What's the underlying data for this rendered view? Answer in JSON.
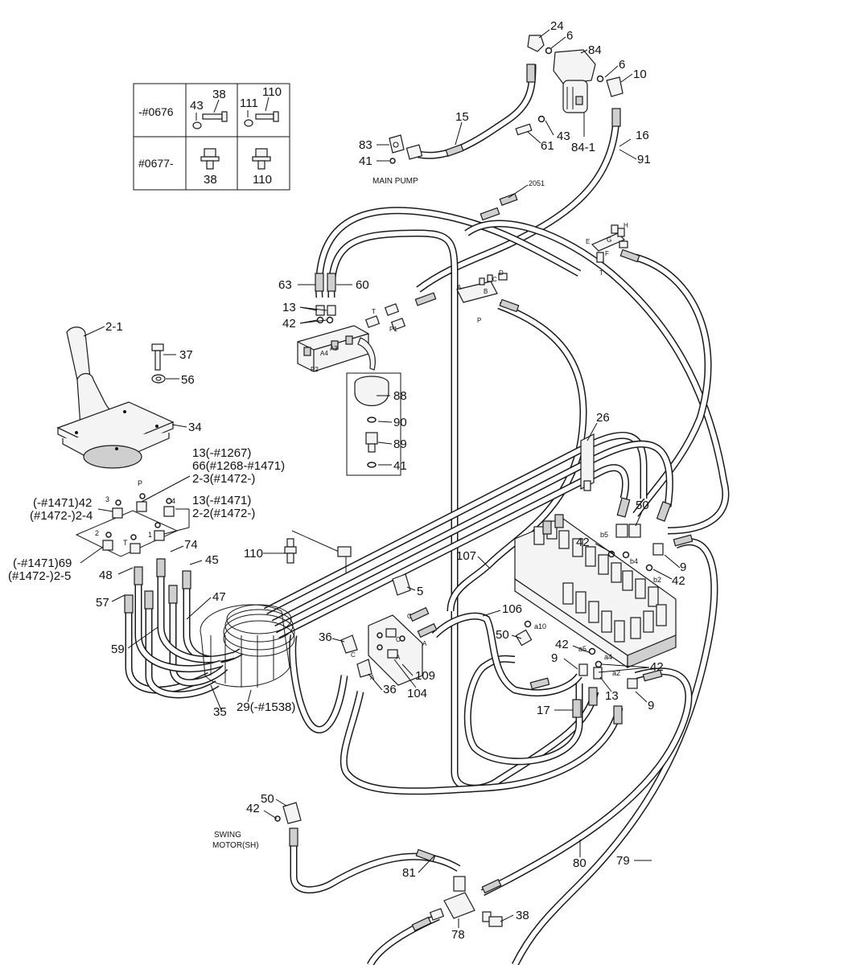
{
  "table": {
    "row1_serial": "-#0676",
    "row2_serial": "#0677-",
    "r1c2_a": "38",
    "r1c2_b": "43",
    "r1c3_a": "110",
    "r1c3_b": "111",
    "r2c2": "38",
    "r2c3": "110"
  },
  "notes": {
    "main_pump": "MAIN PUMP",
    "swing_motor_1": "SWING",
    "swing_motor_2": "MOTOR(SH)"
  },
  "labels": {
    "l24": "24",
    "l6a": "6",
    "l84": "84",
    "l6b": "6",
    "l10": "10",
    "l15": "15",
    "l43": "43",
    "l61": "61",
    "l84_1": "84-1",
    "l16": "16",
    "l91": "91",
    "l83": "83",
    "l41a": "41",
    "l2051": "2051",
    "l63": "63",
    "l60": "60",
    "l13a": "13",
    "l42a": "42",
    "l2_1": "2-1",
    "l37": "37",
    "l56": "56",
    "l34": "34",
    "l88": "88",
    "l90": "90",
    "l89": "89",
    "l41b": "41",
    "l26": "26",
    "opt1": "13(-#1267)",
    "opt2": "66(#1268-#1471)",
    "opt3": "2-3(#1472-)",
    "opt4": "13(-#1471)",
    "opt5": "2-2(#1472-)",
    "opt6": "(-#1471)42",
    "opt7": "(#1472-)2-4",
    "opt8": "(-#1471)69",
    "opt9": "(#1472-)2-5",
    "l50a": "50",
    "l42b": "42",
    "l9a": "9",
    "l42c": "42",
    "l110": "110",
    "l74": "74",
    "l45": "45",
    "l48": "48",
    "l57": "57",
    "l47": "47",
    "l107": "107",
    "l5": "5",
    "l106": "106",
    "l59": "59",
    "l36a": "36",
    "l36b": "36",
    "l109": "109",
    "l104": "104",
    "l50b": "50",
    "l42d": "42",
    "l9b": "9",
    "l42e": "42",
    "l17": "17",
    "l13b": "13",
    "l9c": "9",
    "l35": "35",
    "l29": "29(-#1538)",
    "l50c": "50",
    "l42f": "42",
    "l81": "81",
    "l80": "80",
    "l79": "79",
    "l38": "38",
    "l78": "78"
  },
  "port_marks": {
    "P": "P",
    "T": "T",
    "n1": "1",
    "n2": "2",
    "n3": "3",
    "n4": "4",
    "A": "A",
    "B": "B",
    "C": "C",
    "D": "D",
    "E": "E",
    "F": "F",
    "G": "G",
    "H": "H",
    "P1": "P1",
    "P2": "P2",
    "A4": "A4",
    "A3": "A3",
    "a10": "a10",
    "a5": "a5",
    "a4": "a4",
    "a2": "a2",
    "b5": "b5",
    "b4": "b4",
    "b2": "b2"
  }
}
